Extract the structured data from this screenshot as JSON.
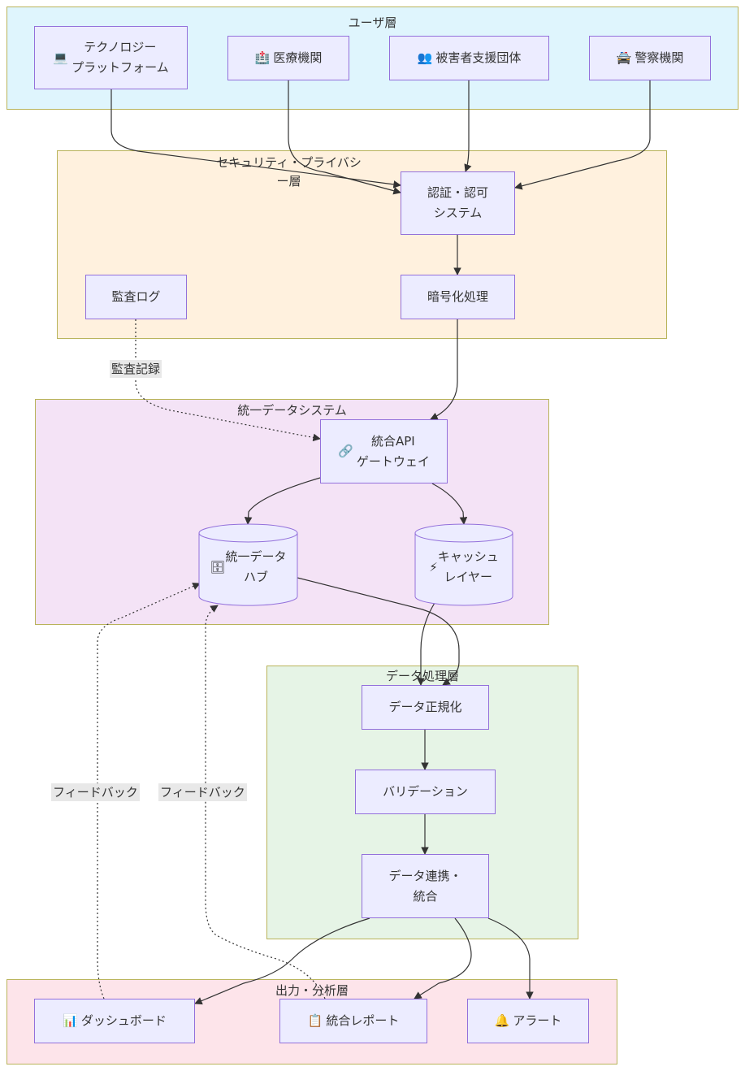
{
  "layers": {
    "user": {
      "title": "ユーザ層",
      "color": "#dff5fd"
    },
    "security": {
      "title": "セキュリティ・プライバシ\nー層",
      "color": "#fff1de"
    },
    "unified": {
      "title": "統一データシステム",
      "color": "#f4e3f6"
    },
    "processing": {
      "title": "データ処理層",
      "color": "#e6f4e6"
    },
    "output": {
      "title": "出力・分析層",
      "color": "#fde4ea"
    }
  },
  "nodes": {
    "tech_platform": {
      "icon": "💻",
      "icon_name": "laptop-icon",
      "label": "テクノロジー\nプラットフォーム"
    },
    "medical": {
      "icon": "🏥",
      "icon_name": "hospital-icon",
      "label": "医療機関"
    },
    "victim_support": {
      "icon": "👥",
      "icon_name": "people-icon",
      "label": "被害者支援団体"
    },
    "police": {
      "icon": "🚔",
      "icon_name": "police-car-icon",
      "label": "警察機関"
    },
    "auth": {
      "label": "認証・認可\nシステム"
    },
    "audit_log": {
      "label": "監査ログ"
    },
    "encryption": {
      "label": "暗号化処理"
    },
    "api_gateway": {
      "icon": "🔗",
      "icon_name": "link-icon",
      "label": "統合API\nゲートウェイ"
    },
    "data_hub": {
      "icon": "🗄",
      "icon_name": "database-icon",
      "label": "統一データ\nハブ"
    },
    "cache": {
      "icon": "⚡",
      "icon_name": "lightning-icon",
      "label": "キャッシュ\nレイヤー"
    },
    "normalize": {
      "label": "データ正規化"
    },
    "validation": {
      "label": "バリデーション"
    },
    "integration": {
      "label": "データ連携・\n統合"
    },
    "dashboard": {
      "icon": "📊",
      "icon_name": "bar-chart-icon",
      "label": "ダッシュボード"
    },
    "report": {
      "icon": "📋",
      "icon_name": "clipboard-icon",
      "label": "統合レポート"
    },
    "alert": {
      "icon": "🔔",
      "icon_name": "bell-icon",
      "label": "アラート"
    }
  },
  "edge_labels": {
    "audit_record": "監査記録",
    "feedback_1": "フィードバック",
    "feedback_2": "フィードバック"
  },
  "colors": {
    "node_fill": "#ececff",
    "node_border": "#9370db",
    "layer_border": "#b9b35a",
    "edge": "#333333"
  }
}
